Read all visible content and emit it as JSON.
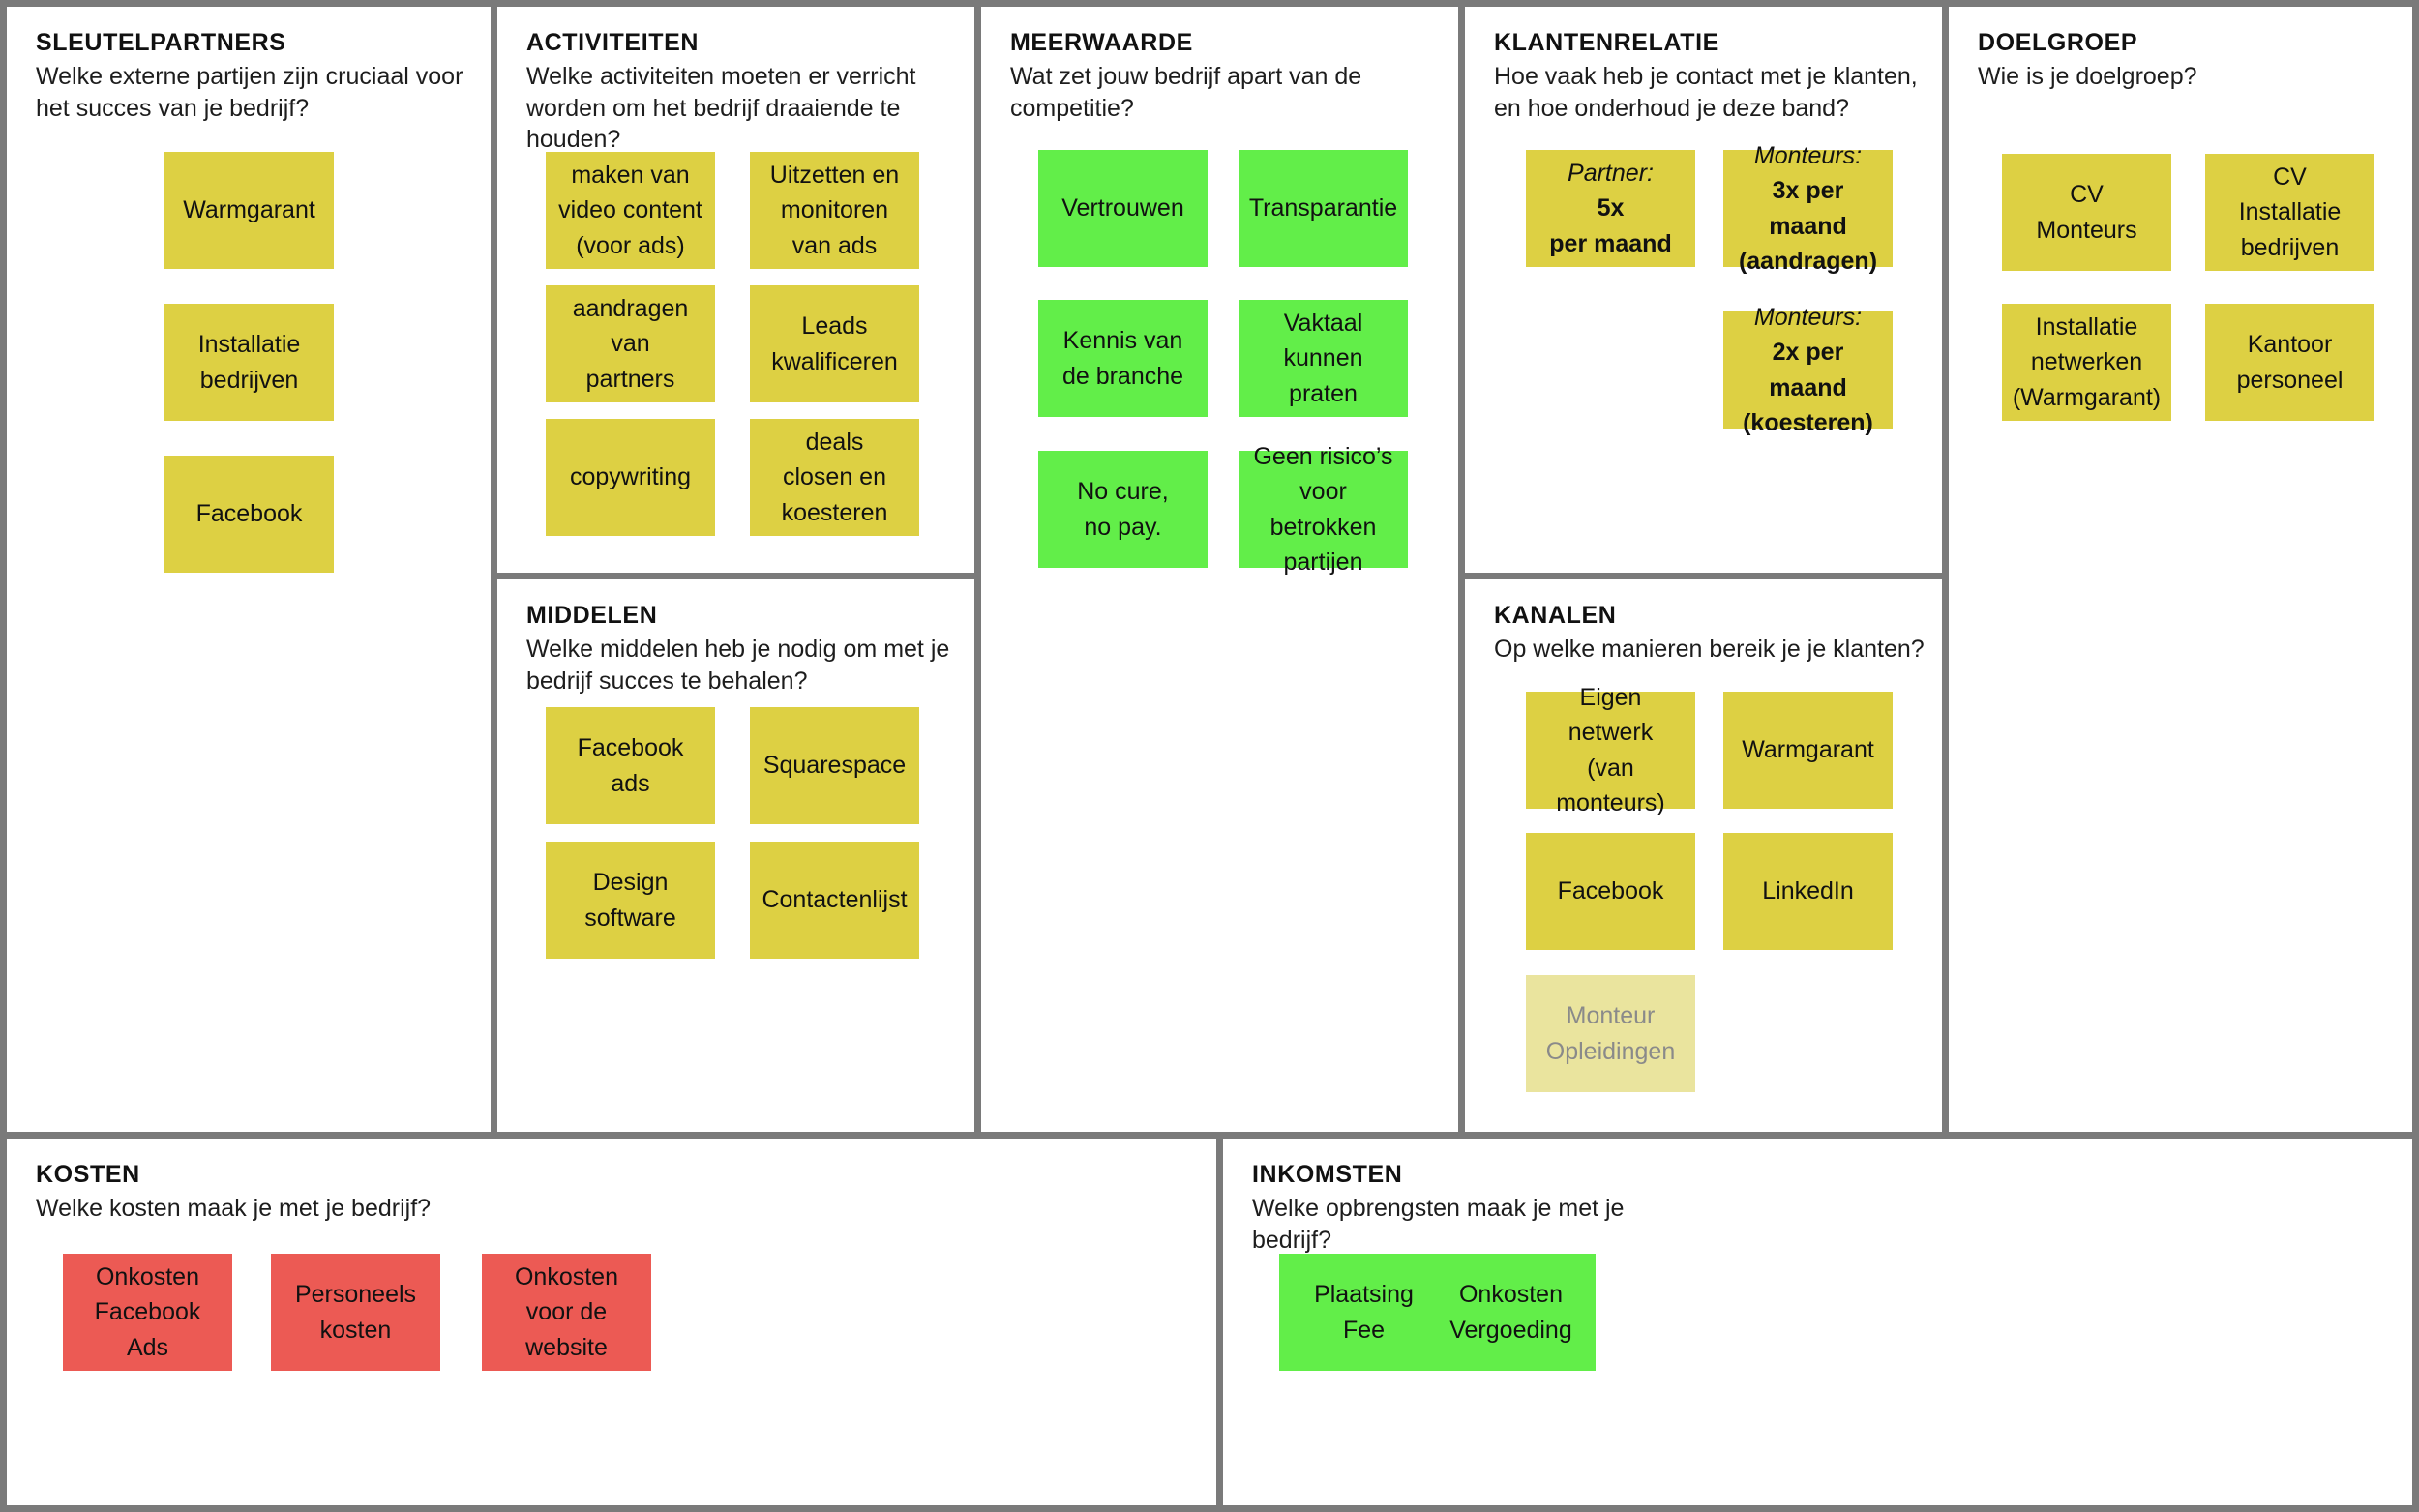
{
  "canvas": {
    "colors": {
      "yellow": "#ddd043",
      "green": "#62ee49",
      "red": "#ec5a54",
      "faded_yellow": "#eae49e",
      "faded_text": "#8a8a8a",
      "border": "#7a7a7a",
      "background": "#ffffff"
    }
  },
  "panels": {
    "sleutelpartners": {
      "title": "SLEUTELPARTNERS",
      "subtitle": "Welke externe partijen zijn cruciaal voor het succes van je bedrijf?",
      "cards": [
        {
          "lines": [
            "Warmgarant"
          ],
          "color": "yellow"
        },
        {
          "lines": [
            "Installatie",
            "bedrijven"
          ],
          "color": "yellow"
        },
        {
          "lines": [
            "Facebook"
          ],
          "color": "yellow"
        }
      ]
    },
    "activiteiten": {
      "title": "ACTIVITEITEN",
      "subtitle": "Welke activiteiten moeten er verricht worden om het bedrijf draaiende te houden?",
      "cards": [
        {
          "lines": [
            "maken van",
            "video content",
            "(voor ads)"
          ],
          "color": "yellow"
        },
        {
          "lines": [
            "Uitzetten en",
            "monitoren",
            "van ads"
          ],
          "color": "yellow"
        },
        {
          "lines": [
            "aandragen",
            "van",
            "partners"
          ],
          "color": "yellow"
        },
        {
          "lines": [
            "Leads",
            "kwalificeren"
          ],
          "color": "yellow"
        },
        {
          "lines": [
            "copywriting"
          ],
          "color": "yellow"
        },
        {
          "lines": [
            "deals",
            "closen en",
            "koesteren"
          ],
          "color": "yellow"
        }
      ]
    },
    "middelen": {
      "title": "MIDDELEN",
      "subtitle": "Welke middelen heb je nodig om met je bedrijf succes te behalen?",
      "cards": [
        {
          "lines": [
            "Facebook",
            "ads"
          ],
          "color": "yellow"
        },
        {
          "lines": [
            "Squarespace"
          ],
          "color": "yellow"
        },
        {
          "lines": [
            "Design",
            "software"
          ],
          "color": "yellow"
        },
        {
          "lines": [
            "Contactenlijst"
          ],
          "color": "yellow"
        }
      ]
    },
    "meerwaarde": {
      "title": "MEERWAARDE",
      "subtitle": "Wat zet jouw bedrijf apart van de competitie?",
      "cards": [
        {
          "lines": [
            "Vertrouwen"
          ],
          "color": "green"
        },
        {
          "lines": [
            "Transparantie"
          ],
          "color": "green"
        },
        {
          "lines": [
            "Kennis van",
            "de branche"
          ],
          "color": "green"
        },
        {
          "lines": [
            "Vaktaal",
            "kunnen",
            "praten"
          ],
          "color": "green"
        },
        {
          "lines": [
            "No cure,",
            "no pay."
          ],
          "color": "green"
        },
        {
          "lines": [
            "Geen risico’s",
            "voor betrokken",
            "partijen"
          ],
          "color": "green"
        }
      ]
    },
    "klantenrelatie": {
      "title": "KLANTENRELATIE",
      "subtitle": "Hoe vaak heb je contact met je klanten, en hoe onderhoud je deze band?",
      "cards": [
        {
          "lines": [
            "Partner:",
            "5x",
            "per maand"
          ],
          "styles": [
            "italic",
            "bold",
            "bold"
          ],
          "color": "yellow"
        },
        {
          "lines": [
            "Monteurs:",
            "3x per maand",
            "(aandragen)"
          ],
          "styles": [
            "italic",
            "bold",
            "bold"
          ],
          "color": "yellow"
        },
        {
          "lines": [
            "Monteurs:",
            "2x per maand",
            "(koesteren)"
          ],
          "styles": [
            "italic",
            "bold",
            "bold"
          ],
          "color": "yellow"
        }
      ]
    },
    "kanalen": {
      "title": "KANALEN",
      "subtitle": "Op welke manieren bereik je je klanten?",
      "cards": [
        {
          "lines": [
            "Eigen",
            "netwerk",
            "(van monteurs)"
          ],
          "color": "yellow"
        },
        {
          "lines": [
            "Warmgarant"
          ],
          "color": "yellow"
        },
        {
          "lines": [
            "Facebook"
          ],
          "color": "yellow"
        },
        {
          "lines": [
            "LinkedIn"
          ],
          "color": "yellow"
        },
        {
          "lines": [
            "Monteur",
            "Opleidingen"
          ],
          "color": "faded"
        }
      ]
    },
    "doelgroep": {
      "title": "DOELGROEP",
      "subtitle": "Wie is je doelgroep?",
      "cards": [
        {
          "lines": [
            "CV",
            "Monteurs"
          ],
          "color": "yellow"
        },
        {
          "lines": [
            "CV",
            "Installatie",
            "bedrijven"
          ],
          "color": "yellow"
        },
        {
          "lines": [
            "Installatie",
            "netwerken",
            "(Warmgarant)"
          ],
          "color": "yellow"
        },
        {
          "lines": [
            "Kantoor",
            "personeel"
          ],
          "color": "yellow"
        }
      ]
    },
    "kosten": {
      "title": "KOSTEN",
      "subtitle": "Welke kosten maak je met je bedrijf?",
      "cards": [
        {
          "lines": [
            "Onkosten",
            "Facebook",
            "Ads"
          ],
          "color": "red"
        },
        {
          "lines": [
            "Personeels",
            "kosten"
          ],
          "color": "red"
        },
        {
          "lines": [
            "Onkosten",
            "voor de",
            "website"
          ],
          "color": "red"
        }
      ]
    },
    "inkomsten": {
      "title": "INKOMSTEN",
      "subtitle": "Welke opbrengsten maak je met je bedrijf?",
      "cards": [
        {
          "lines": [
            "Plaatsing",
            "Fee"
          ],
          "color": "green"
        },
        {
          "lines": [
            "Onkosten",
            "Vergoeding"
          ],
          "color": "green"
        }
      ]
    }
  }
}
